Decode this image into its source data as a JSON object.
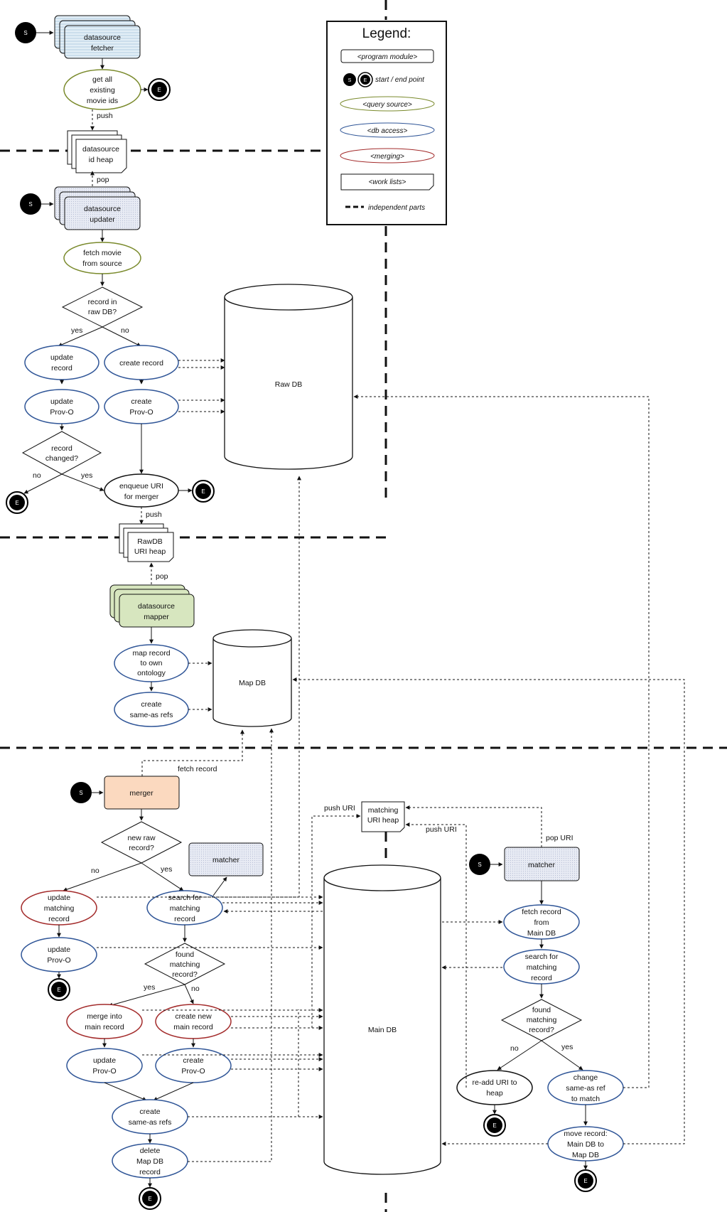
{
  "legend": {
    "title": "Legend:",
    "items": {
      "program_module": "<program module>",
      "start_end": "start / end point",
      "query_source": "<query source>",
      "db_access": "<db access>",
      "merging": "<merging>",
      "work_lists": "<work lists>",
      "independent_parts": "independent parts"
    },
    "start_glyph": "S",
    "end_glyph": "E"
  },
  "colors": {
    "query_source": "#7a8a2c",
    "db_access": "#2f5597",
    "merging": "#a32b2b",
    "fetcher_fill": "#ddeef8",
    "updater_fill": "#e9ebf6",
    "mapper_fill": "#d7e6bf",
    "merger_fill": "#fbd9bf",
    "matcher_fill": "#e3e8f2"
  },
  "section1": {
    "module": [
      "datasource",
      "fetcher"
    ],
    "query": [
      "get all",
      "existing",
      "movie ids"
    ],
    "push": "push",
    "heap": [
      "datasource",
      "id heap"
    ]
  },
  "section2": {
    "pop": "pop",
    "module": [
      "datasource",
      "updater"
    ],
    "fetch": [
      "fetch movie",
      "from source"
    ],
    "decision1": [
      "record in",
      "raw DB?"
    ],
    "yes": "yes",
    "no": "no",
    "update_record": [
      "update",
      "record"
    ],
    "create_record": "create record",
    "update_prov": [
      "update",
      "Prov-O"
    ],
    "create_prov": [
      "create",
      "Prov-O"
    ],
    "decision2": [
      "record",
      "changed?"
    ],
    "enqueue": [
      "enqueue URI",
      "for merger"
    ],
    "push": "push",
    "raw_db": "Raw DB"
  },
  "section3": {
    "heap": [
      "RawDB",
      "URI heap"
    ],
    "pop": "pop",
    "module": [
      "datasource",
      "mapper"
    ],
    "map_record": [
      "map record",
      "to own",
      "ontology"
    ],
    "create_refs": [
      "create",
      "same-as refs"
    ],
    "map_db": "Map DB"
  },
  "section4": {
    "fetch_record": "fetch record",
    "merger": "merger",
    "new_raw": [
      "new raw",
      "record?"
    ],
    "matcher_left": "matcher",
    "no": "no",
    "yes": "yes",
    "update_matching": [
      "update",
      "matching",
      "record"
    ],
    "search_matching": [
      "search for",
      "matching",
      "record"
    ],
    "update_prov": [
      "update",
      "Prov-O"
    ],
    "found_matching": [
      "found",
      "matching",
      "record?"
    ],
    "merge_into": [
      "merge into",
      "main record"
    ],
    "create_new_main": [
      "create new",
      "main record"
    ],
    "update_prov2": [
      "update",
      "Prov-O"
    ],
    "create_prov2": [
      "create",
      "Prov-O"
    ],
    "create_sameas": [
      "create",
      "same-as refs"
    ],
    "delete_map": [
      "delete",
      "Map DB",
      "record"
    ],
    "push_uri": "push URI",
    "matching_heap": [
      "matching",
      "URI heap"
    ],
    "push_uri2": "push URI",
    "pop_uri": "pop URI",
    "main_db": "Main DB",
    "matcher_right": "matcher",
    "fetch_from_main": [
      "fetch record",
      "from",
      "Main DB"
    ],
    "search_matching_r": [
      "search for",
      "matching",
      "record"
    ],
    "found_matching_r": [
      "found",
      "matching",
      "record?"
    ],
    "no_r": "no",
    "yes_r": "yes",
    "readd": [
      "re-add URI to",
      "heap"
    ],
    "change_sameas": [
      "change",
      "same-as ref",
      "to match"
    ],
    "move_record": [
      "move record:",
      "Main DB to",
      "Map DB"
    ]
  }
}
